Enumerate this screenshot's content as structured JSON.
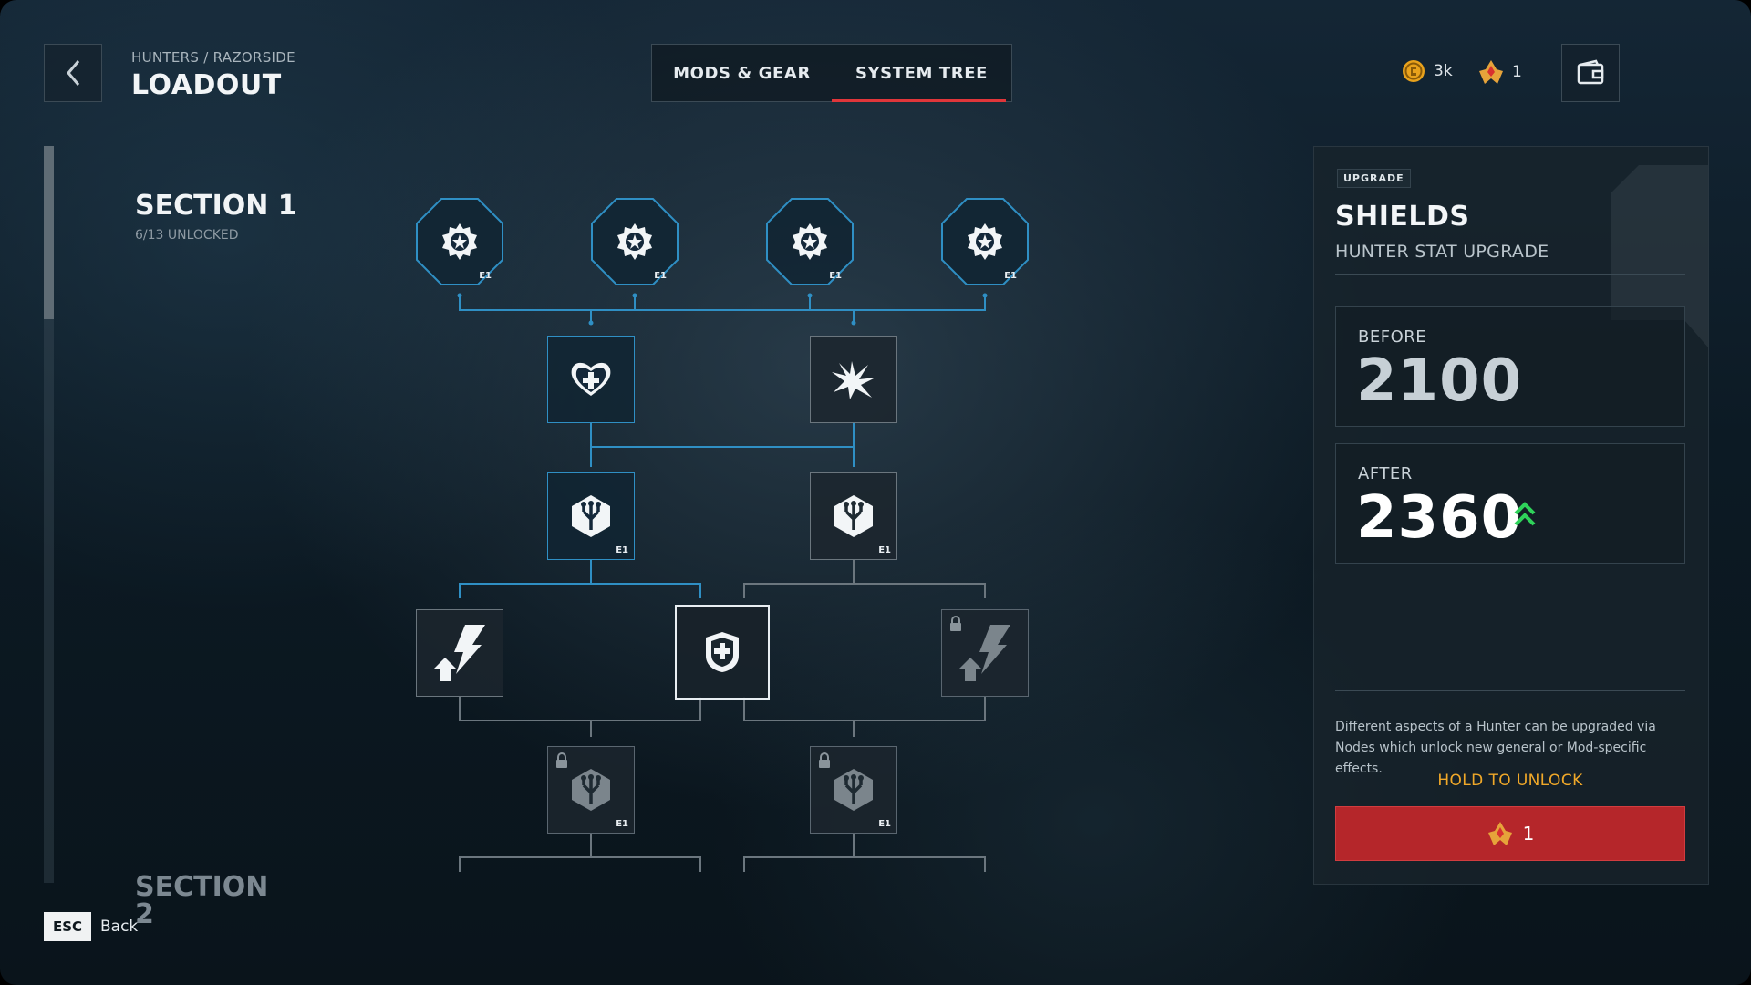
{
  "header": {
    "breadcrumb": "HUNTERS / RAZORSIDE",
    "title": "LOADOUT",
    "tabs": [
      {
        "label": "MODS & GEAR",
        "active": false
      },
      {
        "label": "SYSTEM TREE",
        "active": true
      }
    ],
    "currency": {
      "credits": "3k",
      "credits_icon": "coin-icon",
      "tokens": "1",
      "tokens_icon": "upgrade-token-icon"
    },
    "wallet_icon": "wallet-icon"
  },
  "section": {
    "title": "SECTION 1",
    "progress": "6/13 UNLOCKED",
    "next_title": "SECTION 2"
  },
  "tree": {
    "rank_tag": "E1",
    "nodes": [
      {
        "id": "r1-a",
        "icon": "gear-star-icon",
        "shape": "hexagon",
        "state": "unlocked",
        "tag": "E1"
      },
      {
        "id": "r1-b",
        "icon": "gear-star-icon",
        "shape": "hexagon",
        "state": "unlocked",
        "tag": "E1"
      },
      {
        "id": "r1-c",
        "icon": "gear-star-icon",
        "shape": "hexagon",
        "state": "unlocked",
        "tag": "E1"
      },
      {
        "id": "r1-d",
        "icon": "gear-star-icon",
        "shape": "hexagon",
        "state": "unlocked",
        "tag": "E1"
      },
      {
        "id": "r2-a",
        "icon": "heart-plus-icon",
        "state": "unlocked"
      },
      {
        "id": "r2-b",
        "icon": "burst-icon",
        "state": "available"
      },
      {
        "id": "r3-a",
        "icon": "hex-tree-icon",
        "state": "unlocked",
        "tag": "E1"
      },
      {
        "id": "r3-b",
        "icon": "hex-tree-icon",
        "state": "available",
        "tag": "E1"
      },
      {
        "id": "r4-a",
        "icon": "lightning-up-icon",
        "state": "available"
      },
      {
        "id": "r4-b",
        "icon": "shield-plus-icon",
        "state": "selected"
      },
      {
        "id": "r4-c",
        "icon": "lightning-up-icon",
        "state": "locked"
      },
      {
        "id": "r5-a",
        "icon": "hex-tree-icon",
        "state": "locked",
        "tag": "E1"
      },
      {
        "id": "r5-b",
        "icon": "hex-tree-icon",
        "state": "locked",
        "tag": "E1"
      }
    ]
  },
  "detail": {
    "badge": "UPGRADE",
    "name": "SHIELDS",
    "type": "HUNTER STAT UPGRADE",
    "before_label": "BEFORE",
    "before_value": "2100",
    "after_label": "AFTER",
    "after_value": "2360",
    "increase_icon": "double-chevron-up-icon",
    "description": "Different aspects of a Hunter can be upgraded via Nodes which unlock new general or Mod-specific effects.",
    "hold_text": "HOLD TO UNLOCK",
    "cost": "1",
    "colors": {
      "accent_red": "#b5262a",
      "hold_orange": "#f0a829",
      "increase_green": "#2fd35a",
      "line_blue": "#2f8fc4"
    }
  },
  "footer": {
    "key": "ESC",
    "label": "Back"
  }
}
